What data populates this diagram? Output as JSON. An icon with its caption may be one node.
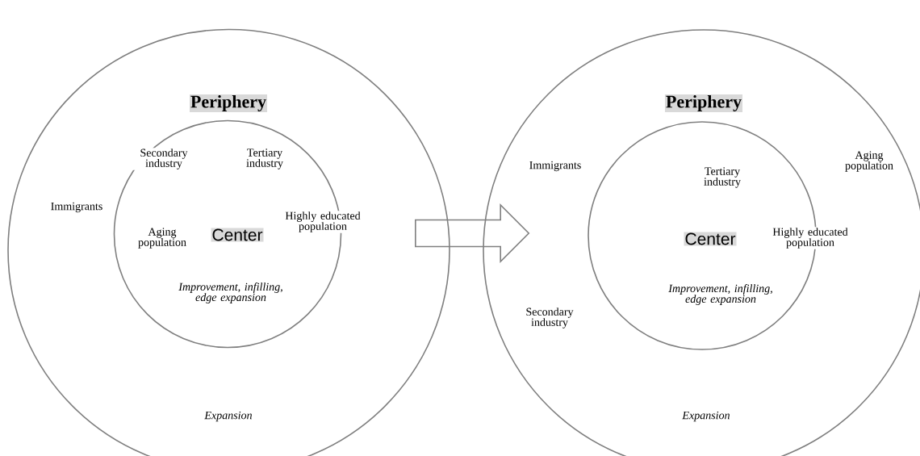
{
  "diagram": {
    "nodes": [
      {
        "text": [
          "Periphery",
          "Immigrants",
          "Expansion"
        ]
      },
      {
        "text": [
          "Secondary industry",
          "Tertiary industry",
          "Aging population",
          "Center",
          "Highly educated population",
          "*Improvement, infilling, edge expansion*"
        ],
        "in": 0
      },
      {
        "text": [
          "Periphery",
          "Immigrants",
          "Aging population",
          "Secondary industry",
          "Expansion"
        ]
      },
      {
        "text": [
          "Tertiary industry",
          "Center",
          "Highly educated population",
          "*Improvement, infilling, edge expansion*"
        ],
        "in": 2
      }
    ],
    "edges": [
      {
        "from": 0,
        "to": 2,
        "arrow": "to"
      }
    ]
  }
}
